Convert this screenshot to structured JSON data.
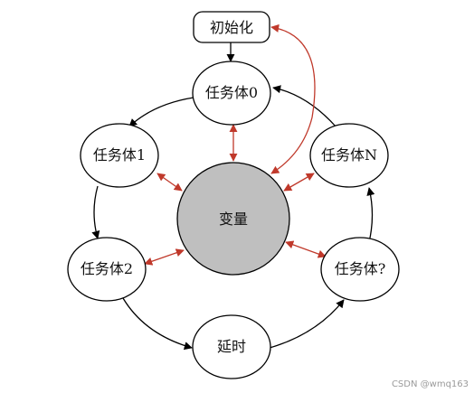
{
  "nodes": {
    "init": "初始化",
    "task0": "任务体0",
    "task1": "任务体1",
    "taskN": "任务体N",
    "task2": "任务体2",
    "taskQ": "任务体?",
    "delay": "延时",
    "variable": "变量"
  },
  "watermark": "CSDN @wmq163",
  "colors": {
    "flow_arrow": "#000000",
    "variable_link": "#c0392b",
    "variable_fill": "#bfbfbf",
    "node_stroke": "#000000",
    "background": "#ffffff"
  }
}
